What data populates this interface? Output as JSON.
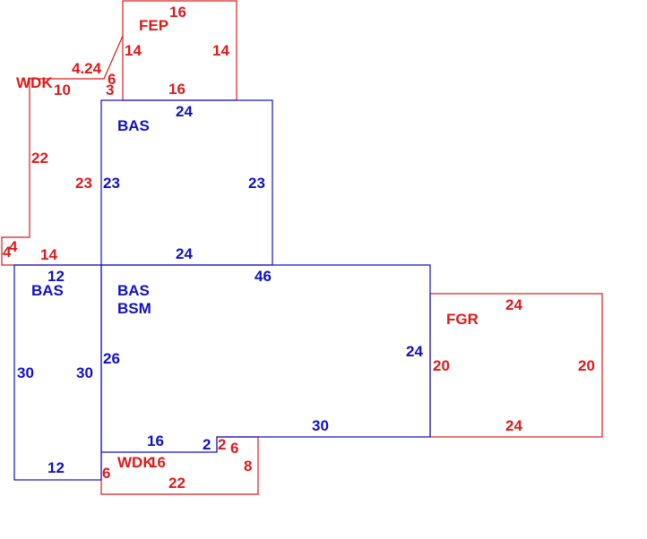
{
  "colors": {
    "living": "#1010c8",
    "exterior": "#dd1a1a",
    "background": "#ffffff"
  },
  "areas": {
    "fep": {
      "label": "FEP",
      "dims": [
        "16",
        "14",
        "14",
        "16"
      ]
    },
    "wdk_top": {
      "label": "WDK",
      "dims": [
        "4.24",
        "10",
        "6",
        "3",
        "22",
        "23",
        "4",
        "4",
        "14"
      ]
    },
    "bas_upper": {
      "label": "BAS",
      "dims": [
        "24",
        "23",
        "23",
        "24"
      ]
    },
    "bas_left": {
      "label": "BAS",
      "dims": [
        "12",
        "30",
        "30",
        "12"
      ]
    },
    "bas_main": {
      "label": "BAS",
      "sublabel": "BSM",
      "dims": [
        "46",
        "26",
        "24",
        "30",
        "16",
        "2"
      ]
    },
    "fgr": {
      "label": "FGR",
      "dims": [
        "24",
        "20",
        "20",
        "24"
      ]
    },
    "wdk_bottom": {
      "label": "WDK",
      "dims": [
        "2",
        "6",
        "8",
        "16",
        "6",
        "22"
      ]
    }
  }
}
